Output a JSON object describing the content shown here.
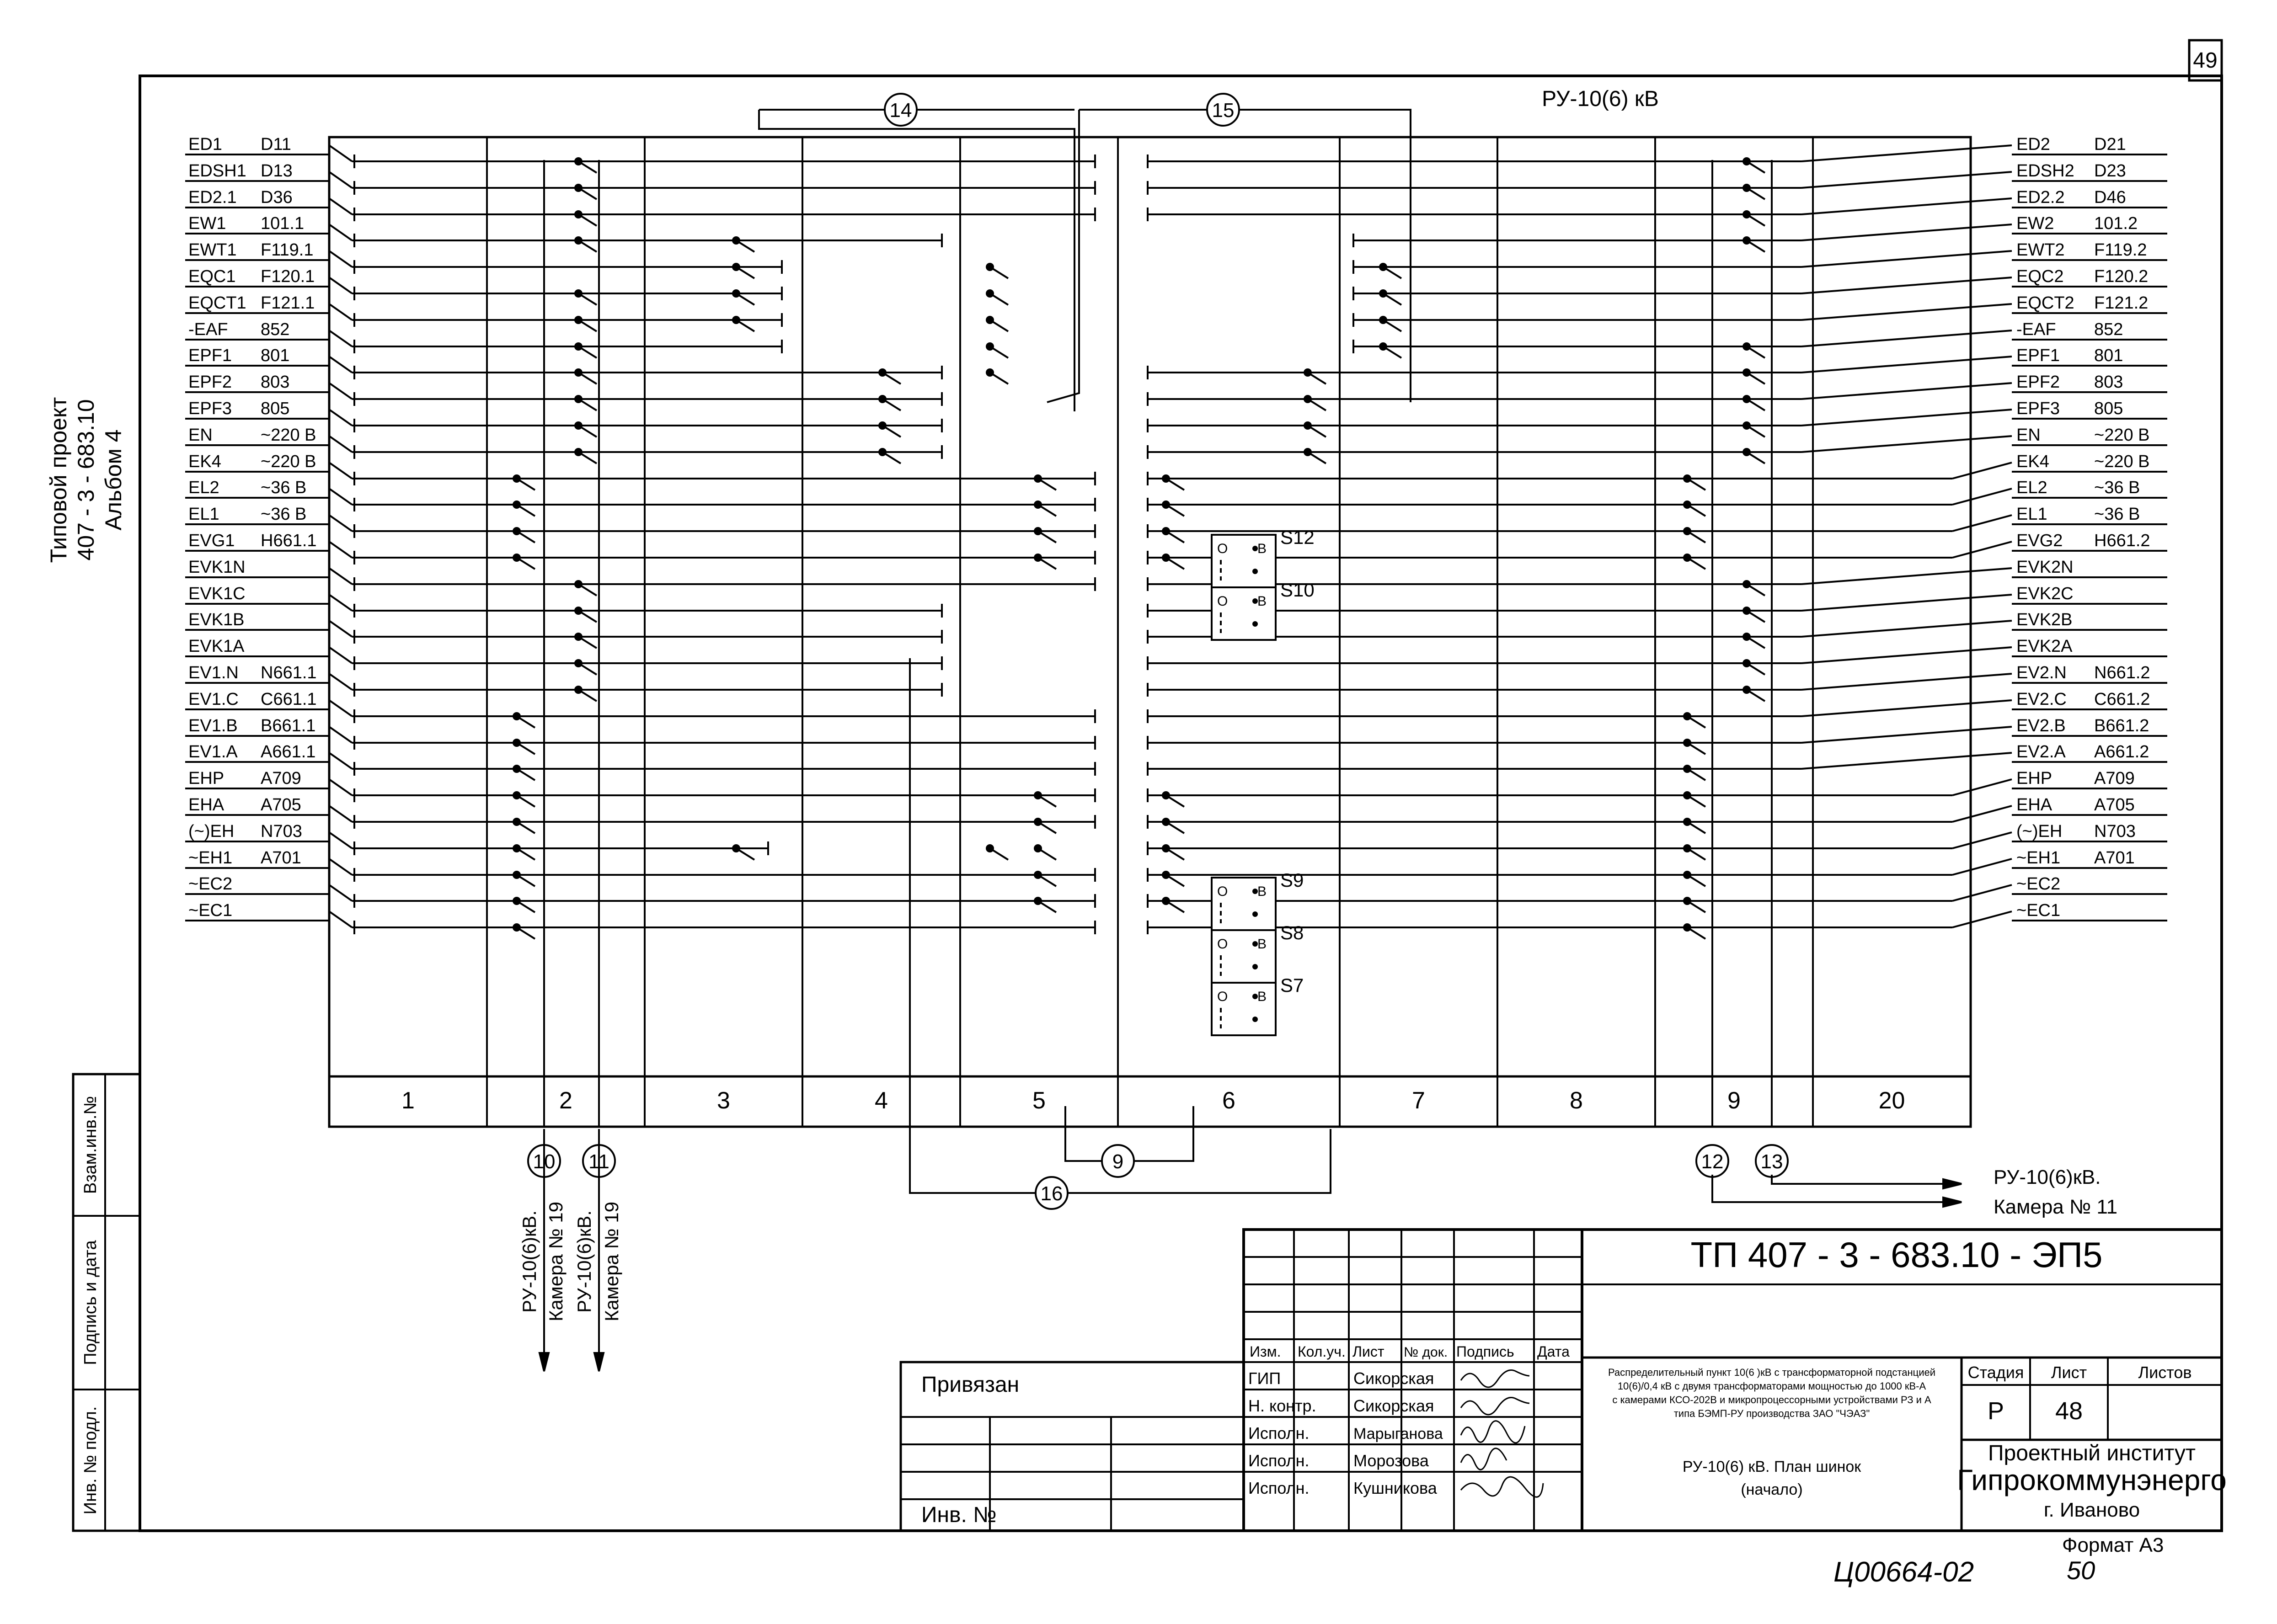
{
  "sheet": {
    "page_number": "49",
    "title": "РУ-10(6) кВ",
    "side_project": [
      "Типовой проект",
      "407 - 3 - 683.10",
      "Альбом  4"
    ],
    "side_stamps": [
      "Взам.инв.№",
      "Подпись и дата",
      "Инв. № подл."
    ],
    "format": "Формат А3",
    "handwritten_code": "Ц00664-02",
    "handwritten_page": "50"
  },
  "buses": {
    "left": [
      {
        "name": "ED1",
        "code": "D11"
      },
      {
        "name": "EDSH1",
        "code": "D13"
      },
      {
        "name": "ED2.1",
        "code": "D36"
      },
      {
        "name": "EW1",
        "code": "101.1"
      },
      {
        "name": "EWT1",
        "code": "F119.1"
      },
      {
        "name": "EQC1",
        "code": "F120.1"
      },
      {
        "name": "EQCT1",
        "code": "F121.1"
      },
      {
        "name": "-EAF",
        "code": "852"
      },
      {
        "name": "EPF1",
        "code": "801"
      },
      {
        "name": "EPF2",
        "code": "803"
      },
      {
        "name": "EPF3",
        "code": "805"
      },
      {
        "name": "EN",
        "code": "~220 В"
      },
      {
        "name": "EK4",
        "code": "~220 В"
      },
      {
        "name": "EL2",
        "code": "~36 В"
      },
      {
        "name": "EL1",
        "code": "~36 В"
      },
      {
        "name": "EVG1",
        "code": "H661.1"
      },
      {
        "name": "EVK1N",
        "code": ""
      },
      {
        "name": "EVK1C",
        "code": ""
      },
      {
        "name": "EVK1B",
        "code": ""
      },
      {
        "name": "EVK1A",
        "code": ""
      },
      {
        "name": "EV1.N",
        "code": "N661.1"
      },
      {
        "name": "EV1.C",
        "code": "C661.1"
      },
      {
        "name": "EV1.B",
        "code": "B661.1"
      },
      {
        "name": "EV1.A",
        "code": "A661.1"
      },
      {
        "name": "EHP",
        "code": "A709"
      },
      {
        "name": "EHA",
        "code": "A705"
      },
      {
        "name": "(~)EH",
        "code": "N703"
      },
      {
        "name": "~EH1",
        "code": "A701"
      },
      {
        "name": "~EC2",
        "code": ""
      },
      {
        "name": "~EC1",
        "code": ""
      }
    ],
    "right": [
      {
        "name": "ED2",
        "code": "D21"
      },
      {
        "name": "EDSH2",
        "code": "D23"
      },
      {
        "name": "ED2.2",
        "code": "D46"
      },
      {
        "name": "EW2",
        "code": "101.2"
      },
      {
        "name": "EWT2",
        "code": "F119.2"
      },
      {
        "name": "EQC2",
        "code": "F120.2"
      },
      {
        "name": "EQCT2",
        "code": "F121.2"
      },
      {
        "name": "-EAF",
        "code": "852"
      },
      {
        "name": "EPF1",
        "code": "801"
      },
      {
        "name": "EPF2",
        "code": "803"
      },
      {
        "name": "EPF3",
        "code": "805"
      },
      {
        "name": "EN",
        "code": "~220 В"
      },
      {
        "name": "EK4",
        "code": "~220 В"
      },
      {
        "name": "EL2",
        "code": "~36 В"
      },
      {
        "name": "EL1",
        "code": "~36 В"
      },
      {
        "name": "EVG2",
        "code": "H661.2"
      },
      {
        "name": "EVK2N",
        "code": ""
      },
      {
        "name": "EVK2C",
        "code": ""
      },
      {
        "name": "EVK2B",
        "code": ""
      },
      {
        "name": "EVK2A",
        "code": ""
      },
      {
        "name": "EV2.N",
        "code": "N661.2"
      },
      {
        "name": "EV2.C",
        "code": "C661.2"
      },
      {
        "name": "EV2.B",
        "code": "B661.2"
      },
      {
        "name": "EV2.A",
        "code": "A661.2"
      },
      {
        "name": "EHP",
        "code": "A709"
      },
      {
        "name": "EHA",
        "code": "A705"
      },
      {
        "name": "(~)EH",
        "code": "N703"
      },
      {
        "name": "~EH1",
        "code": "A701"
      },
      {
        "name": "~EC2",
        "code": ""
      },
      {
        "name": "~EC1",
        "code": ""
      }
    ]
  },
  "cells": [
    "1",
    "2",
    "3",
    "4",
    "5",
    "6",
    "7",
    "8",
    "9",
    "20"
  ],
  "connections": [
    "14",
    "15",
    "9",
    "16",
    "10",
    "11",
    "12",
    "13"
  ],
  "switches": [
    "S12",
    "S10",
    "S9",
    "S8",
    "S7"
  ],
  "switch_labels": {
    "o": "О",
    "b": "В"
  },
  "external": {
    "left_arrow_1": "РУ-10(6)кВ.",
    "left_arrow_1b": "Камера № 19",
    "left_arrow_2": "РУ-10(6)кВ.",
    "left_arrow_2b": "Камера № 19",
    "right_1": "РУ-10(6)кВ.",
    "right_2": "Камера № 11"
  },
  "title_block": {
    "doc_code": "ТП  407 - 3 - 683.10 - ЭП5",
    "headers": [
      "Изм.",
      "Кол.уч.",
      "Лист",
      "№ док.",
      "Подпись",
      "Дата"
    ],
    "roles": [
      {
        "role": "ГИП",
        "name": "Сикорская"
      },
      {
        "role": "Н. контр.",
        "name": "Сикорская"
      },
      {
        "role": "Исполн.",
        "name": "Марыганова"
      },
      {
        "role": "Исполн.",
        "name": "Морозова"
      },
      {
        "role": "Исполн.",
        "name": "Кушникова"
      }
    ],
    "privyazan": "Привязан",
    "inv": "Инв. №",
    "description": [
      "Распределительный пункт 10(6 )кВ с трансформаторной подстанцией",
      "10(6)/0,4 кВ с двумя трансформаторами мощностью до 1000 кВ-А",
      "с камерами КСО-202В и микропроцессорными устройствами РЗ и А",
      "типа БЭМП-РУ  производства ЗАО \"ЧЭАЗ\""
    ],
    "sheet_title": [
      "РУ-10(6) кВ. План шинок",
      "(начало)"
    ],
    "stage_label": "Стадия",
    "sheet_label": "Лист",
    "sheets_label": "Листов",
    "stage": "Р",
    "sheet_no": "48",
    "sheets_total": "",
    "org": [
      "Проектный институт",
      "Гипрокоммунэнерго",
      "г. Иваново"
    ]
  }
}
